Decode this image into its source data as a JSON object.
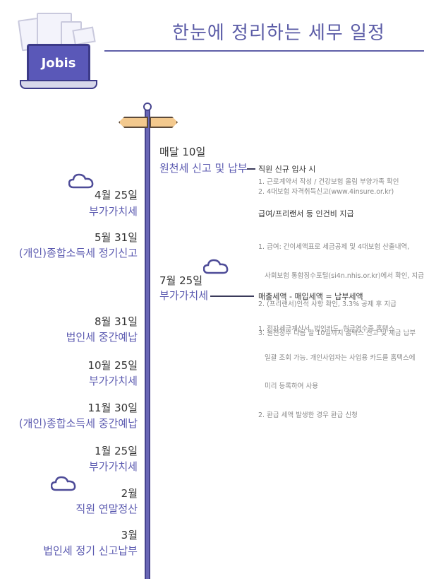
{
  "header": {
    "title": "한눈에 정리하는 세무 일정",
    "logo_text": "Jobis"
  },
  "left_events": [
    {
      "date": "4월 25일",
      "name": "부가가치세"
    },
    {
      "date": "5월 31일",
      "name": "(개인)종합소득세 정기신고"
    },
    {
      "date": "8월 31일",
      "name": "법인세 중간예납"
    },
    {
      "date": "10월 25일",
      "name": "부가가치세"
    },
    {
      "date": "11월 30일",
      "name": "(개인)종합소득세 중간예납"
    },
    {
      "date": "1월 25일",
      "name": "부가가치세"
    },
    {
      "date": "2월",
      "name": "직원 연말정산"
    },
    {
      "date": "3월",
      "name": "법인세 정기 신고납부"
    }
  ],
  "right_events": {
    "monthly": {
      "date": "매달 10일",
      "name": "원천세 신고 및 납부",
      "groups": [
        {
          "heading": "직원 신규 입사 시",
          "items": [
            "1. 근로계약서 작성 / 건강보험 올림 부양가족 확인",
            "2. 4대보험 자격취득신고(www.4insure.or.kr)"
          ]
        },
        {
          "heading": "급여/프리랜서 등 인건비 지급",
          "items": [
            "1. 급여: 간이세액표로 세금공제 및 4대보험 산출내역,",
            "   사회보험 통합징수포털(si4n.nhis.or.kr)에서 확인, 지급",
            "2. (프리랜서)인적 사항 확인, 3.3% 공제 후 지급",
            "3. 원천징수 다음 달 10일까지 홈택스 신고 및 세금 납부"
          ]
        }
      ]
    },
    "vat": {
      "date": "7월 25일",
      "name": "부가가치세",
      "heading": "매출세액 - 매입세액 = 납부세액",
      "items": [
        "1. 전자세금계산서, 법인카드, 현금영수증 홈택스",
        "   일괄 조회 가능. 개인사업자는 사업용 카드를 홈택스에",
        "   미리 등록하여 사용",
        "2. 환급 세액 발생한 경우 환급 신청"
      ]
    }
  },
  "colors": {
    "accent": "#5b5ab0",
    "pole": "#6966b5",
    "sign": "#f3c98e"
  }
}
